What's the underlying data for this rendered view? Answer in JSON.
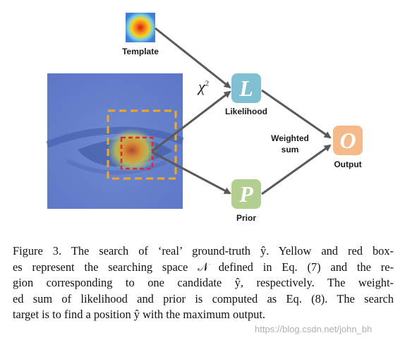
{
  "diagram": {
    "template_label": "Template",
    "chi_symbol": "χ",
    "chi_exponent": "2",
    "likelihood_letter": "L",
    "likelihood_label": "Likelihood",
    "prior_letter": "P",
    "prior_label": "Prior",
    "output_letter": "O",
    "output_label": "Output",
    "weighted_sum_label_line1": "Weighted",
    "weighted_sum_label_line2": "sum",
    "colors": {
      "likelihood_box": "#7fc1d3",
      "prior_box": "#b3cf8f",
      "output_box": "#f5b98a",
      "yellow_box": "#f5a623",
      "red_box": "#e8262b",
      "arrow": "#595959"
    }
  },
  "caption": {
    "line1": "Figure 3. The search of ‘real’ ground-truth ŷ. Yellow and red box-",
    "line2": "es represent the searching space 𝒩 defined in Eq. (7) and the re-",
    "line3": "gion corresponding to one candidate ŷ, respectively. The weight-",
    "line4": "ed sum of likelihood and prior is computed as Eq. (8). The search",
    "line5": "target is to find a position ŷ with the maximum output."
  },
  "watermark": "https://blog.csdn.net/john_bh"
}
